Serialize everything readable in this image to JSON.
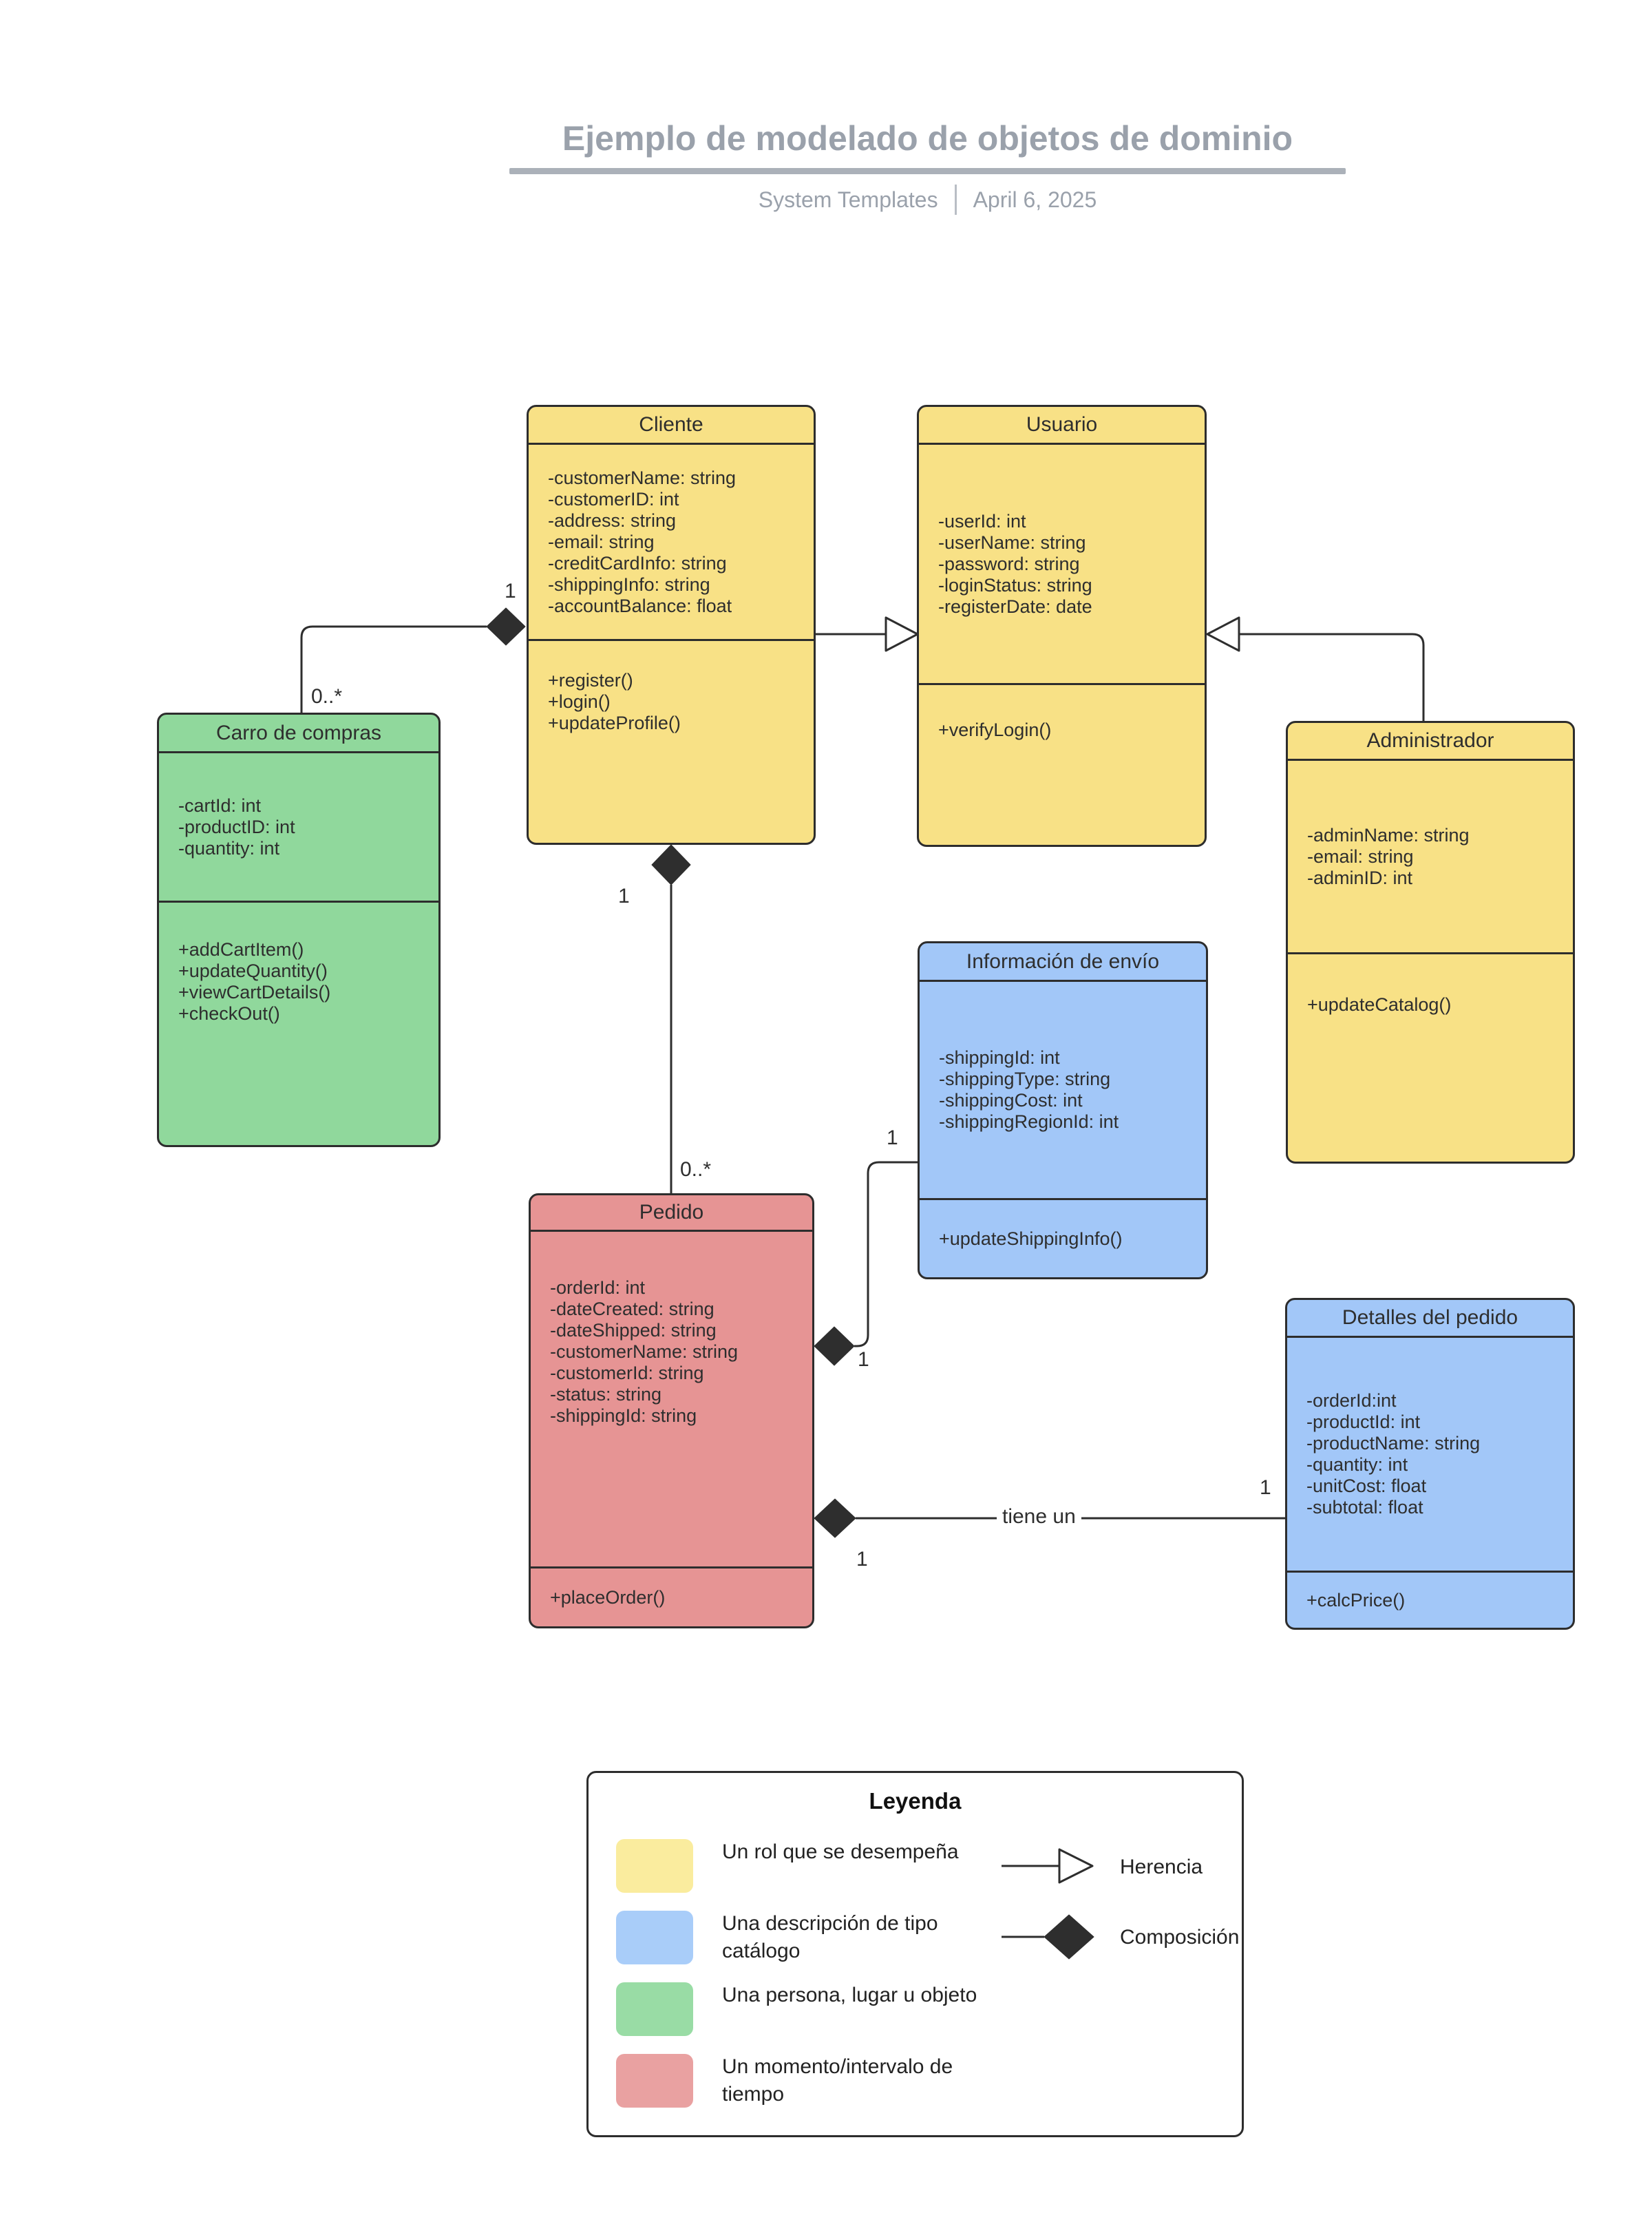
{
  "header": {
    "title": "Ejemplo de modelado de objetos de dominio",
    "author": "System Templates",
    "date": "April 6, 2025"
  },
  "classes": [
    {
      "name": "Cliente",
      "category": "rol",
      "attributes": [
        "-customerName: string",
        "-customerID: int",
        "-address: string",
        "-email: string",
        "-creditCardInfo: string",
        "-shippingInfo: string",
        "-accountBalance: float"
      ],
      "methods": [
        "+register()",
        "+login()",
        "+updateProfile()"
      ]
    },
    {
      "name": "Usuario",
      "category": "rol",
      "attributes": [
        "-userId: int",
        "-userName: string",
        "-password: string",
        "-loginStatus: string",
        "-registerDate: date"
      ],
      "methods": [
        "+verifyLogin()"
      ]
    },
    {
      "name": "Administrador",
      "category": "rol",
      "attributes": [
        "-adminName: string",
        "-email: string",
        "-adminID: int"
      ],
      "methods": [
        "+updateCatalog()"
      ]
    },
    {
      "name": "Carro de compras",
      "category": "persona-lugar-objeto",
      "attributes": [
        "-cartId: int",
        "-productID: int",
        "-quantity: int"
      ],
      "methods": [
        "+addCartItem()",
        "+updateQuantity()",
        "+viewCartDetails()",
        "+checkOut()"
      ]
    },
    {
      "name": "Información de envío",
      "category": "catalogo",
      "attributes": [
        "-shippingId: int",
        "-shippingType: string",
        "-shippingCost: int",
        "-shippingRegionId: int"
      ],
      "methods": [
        "+updateShippingInfo()"
      ]
    },
    {
      "name": "Pedido",
      "category": "momento-intervalo",
      "attributes": [
        "-orderId: int",
        "-dateCreated: string",
        "-dateShipped: string",
        "-customerName: string",
        "-customerId: string",
        "-status: string",
        "-shippingId: string"
      ],
      "methods": [
        "+placeOrder()"
      ]
    },
    {
      "name": "Detalles del pedido",
      "category": "catalogo",
      "attributes": [
        "-orderId:int",
        "-productId: int",
        "-productName: string",
        "-quantity: int",
        "-unitCost: float",
        "-subtotal: float"
      ],
      "methods": [
        "+calcPrice()"
      ]
    }
  ],
  "relations": {
    "cliente_usuario": {
      "type": "herencia"
    },
    "administrador_usuario": {
      "type": "herencia"
    },
    "cliente_carro": {
      "type": "composicion",
      "cliente_mult": "1",
      "carro_mult": "0..*"
    },
    "cliente_pedido": {
      "type": "composicion",
      "cliente_mult": "1",
      "pedido_mult": "0..*"
    },
    "pedido_envio": {
      "type": "composicion",
      "envio_mult": "1",
      "pedido_mult": "1"
    },
    "pedido_detalles": {
      "type": "composicion",
      "label": "tiene un",
      "pedido_mult": "1",
      "detalles_mult": "1"
    }
  },
  "legend": {
    "title": "Leyenda",
    "items": [
      {
        "swatch": "#FAEC9E",
        "label": "Un rol que se desempeña"
      },
      {
        "swatch": "#A9CDF9",
        "label": "Una descripción de tipo catálogo"
      },
      {
        "swatch": "#99DCA5",
        "label": "Una persona, lugar u objeto"
      },
      {
        "swatch": "#E9A1A1",
        "label": "Un momento/intervalo de tiempo"
      }
    ],
    "connectors": [
      {
        "symbol": "open-triangle-arrow",
        "label": "Herencia"
      },
      {
        "symbol": "filled-diamond",
        "label": "Composición"
      }
    ]
  },
  "colors": {
    "class_yellow": "#F8E186",
    "class_blue": "#A2C7F8",
    "class_green": "#90D89C",
    "class_red": "#E69494",
    "outline": "#2D2D2D",
    "header_gray": "#9AA1AB",
    "background": "#FFFFFF"
  }
}
